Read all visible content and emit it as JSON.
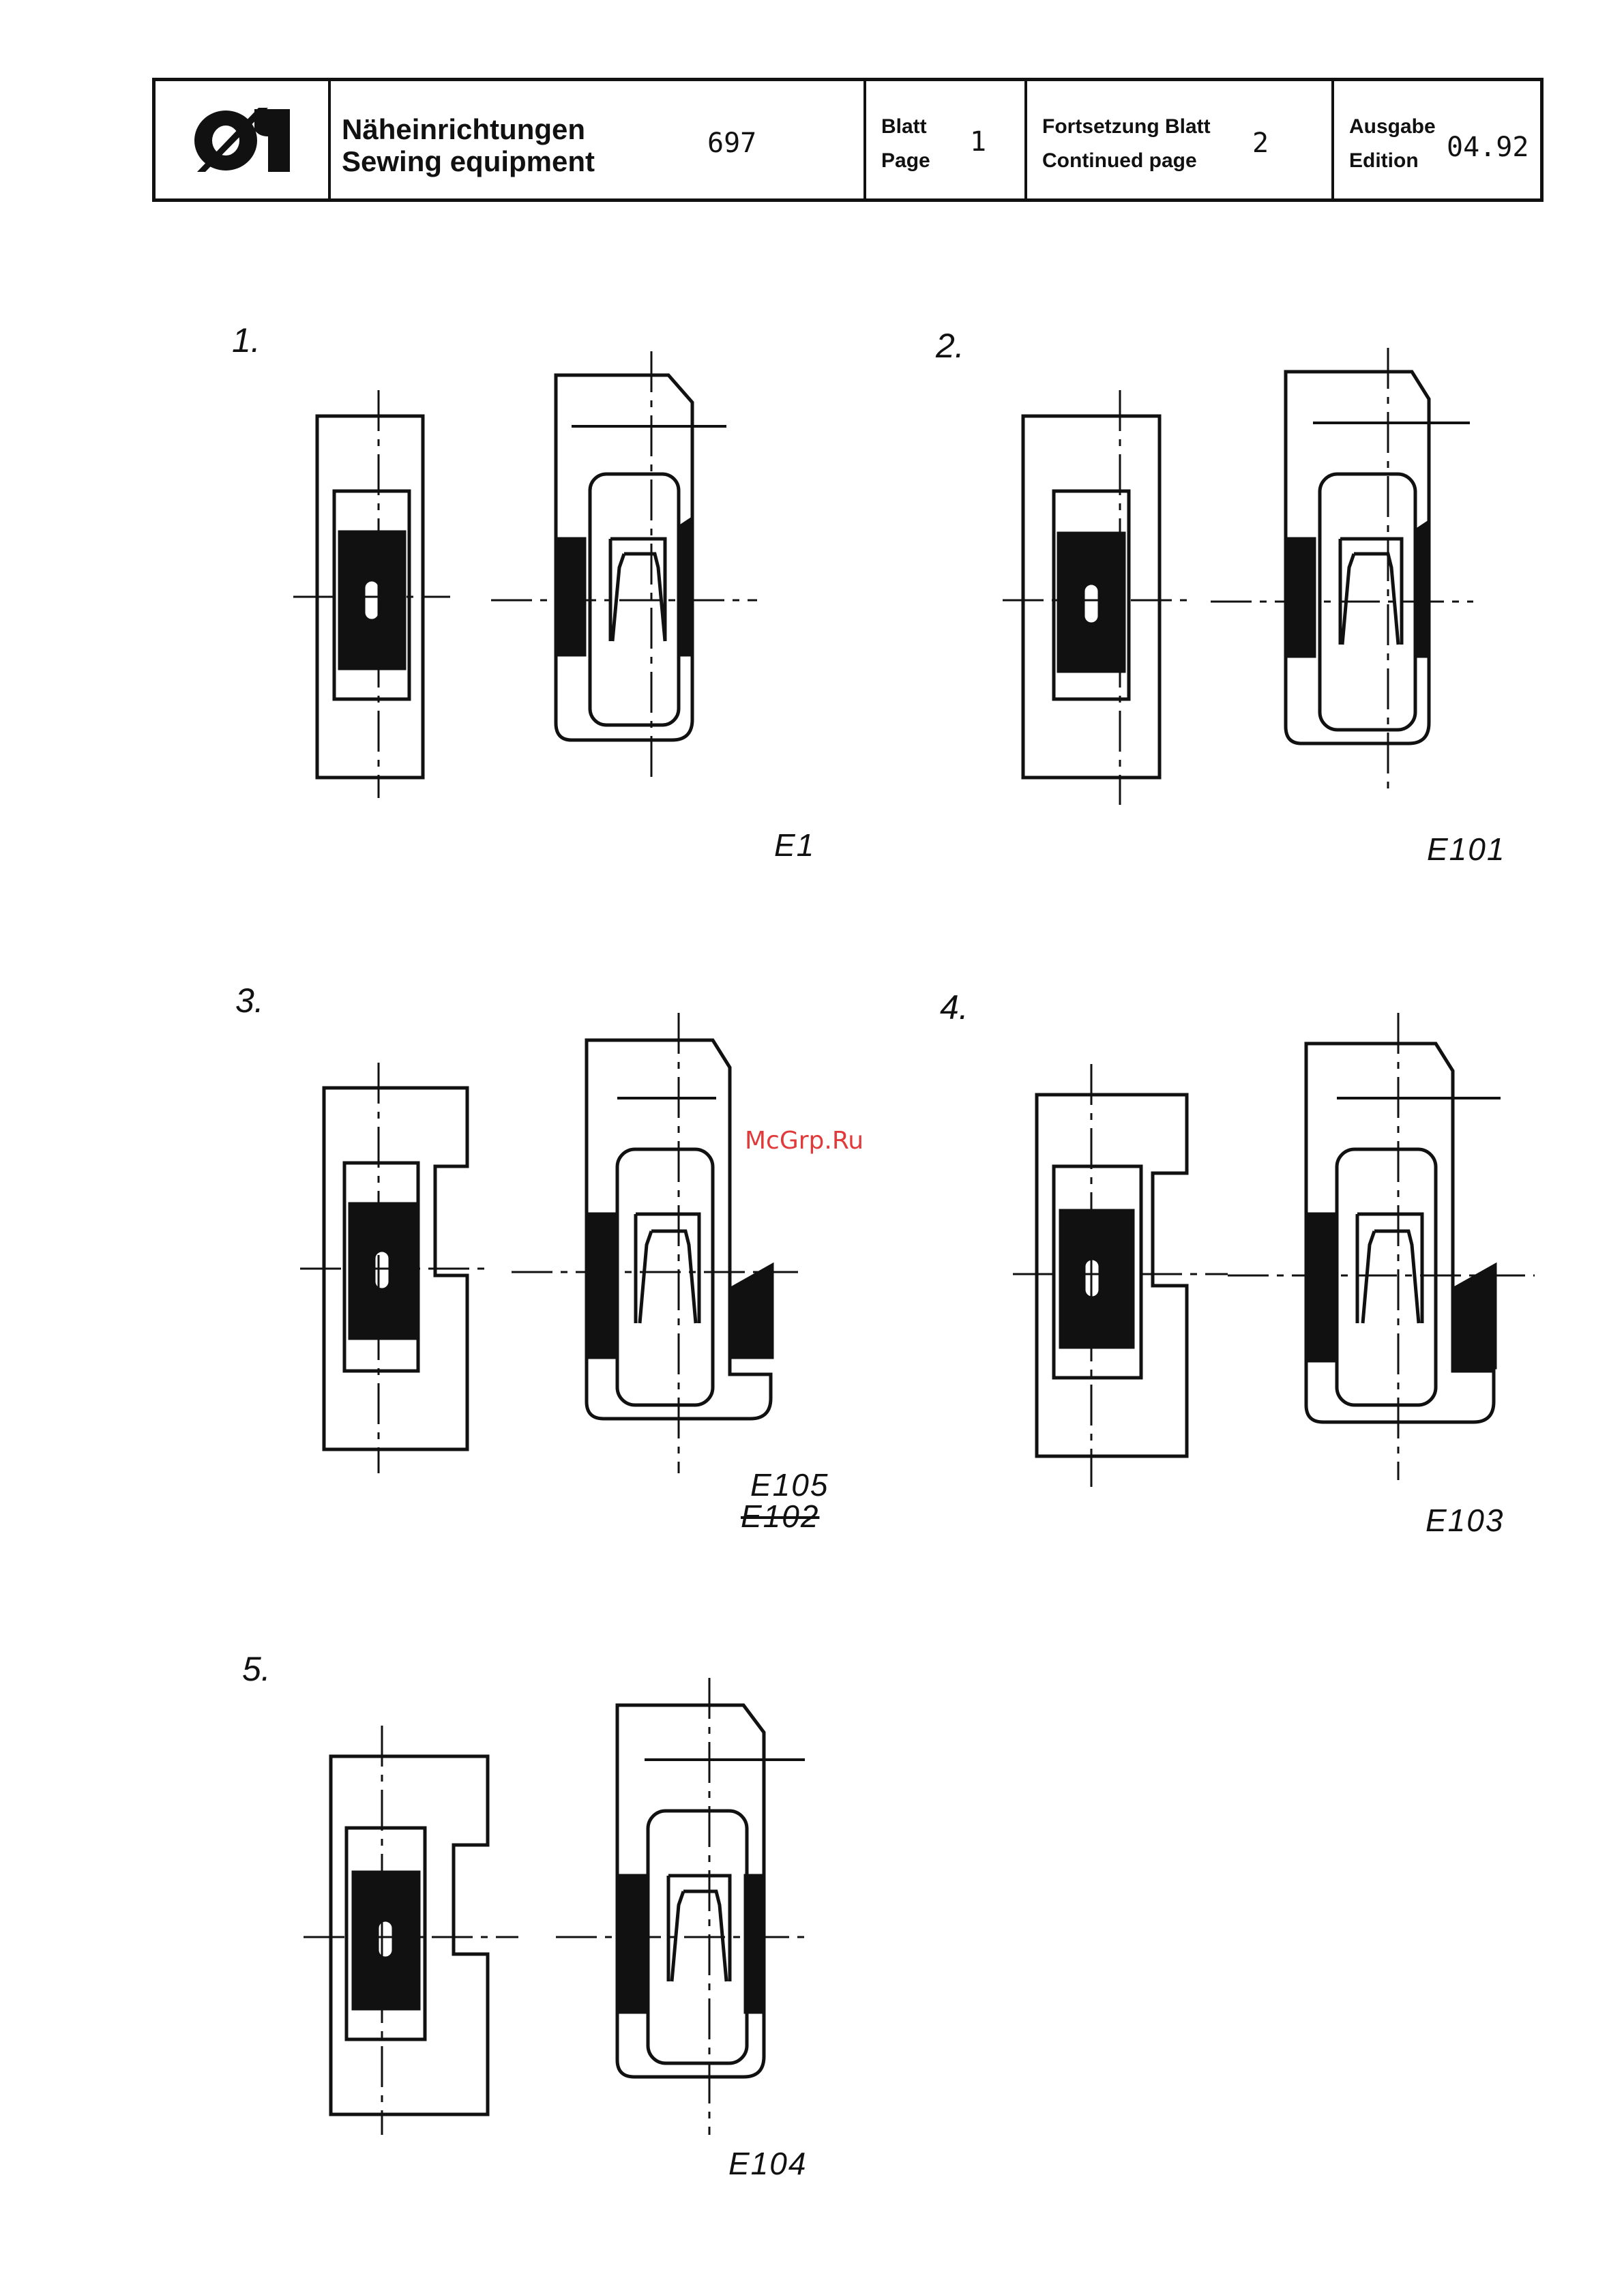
{
  "header": {
    "title_de": "Näheinrichtungen",
    "title_en": "Sewing equipment",
    "doc_number": "697",
    "page_label_de": "Blatt",
    "page_label_en": "Page",
    "page_value": "1",
    "continued_label_de": "Fortsetzung Blatt",
    "continued_label_en": "Continued page",
    "continued_value": "2",
    "edition_label_de": "Ausgabe",
    "edition_label_en": "Edition",
    "edition_value": "04.92",
    "logo_icon": "duerkopp-adler-logo"
  },
  "figures": [
    {
      "number": "1.",
      "code": "E1"
    },
    {
      "number": "2.",
      "code": "E101"
    },
    {
      "number": "3.",
      "code": "E105",
      "code_struck": "E102"
    },
    {
      "number": "4.",
      "code": "E103"
    },
    {
      "number": "5.",
      "code": "E104"
    }
  ],
  "watermark": "McGrp.Ru"
}
